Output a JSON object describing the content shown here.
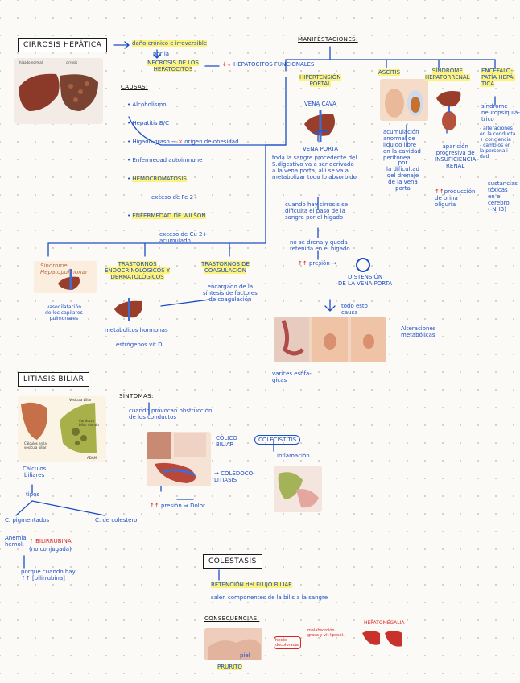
{
  "cirrosis": {
    "title": "CIRROSIS HEPÁTICA",
    "def1": "daño crónico e irreversible",
    "def2": "por la",
    "def3": "NECROSIS DE LOS HEPATOCITOS",
    "def4": "HEPATOCITOS FUNCIONALES",
    "img_labels": [
      "hígado normal",
      "cirrosis"
    ],
    "causas_title": "CAUSAS:",
    "causas": [
      "Alcoholismo",
      "Hepatitis B/C",
      "Hígado graso",
      "Enfermedad autoinmune",
      "HEMOCROMATOSIS",
      "ENFERMEDAD DE WILSON"
    ],
    "graso_note": "origen de obesidad",
    "hemo_note": "exceso de Fe 2+",
    "wilson_note": "exceso de Cu 2+\nacumulado",
    "manif_title": "MANIFESTACIONES:",
    "hip_portal": "HIPERTENSIÓN\nPORTAL",
    "vena_cava": "VENA CAVA",
    "vena_porta": "VENA PORTA",
    "portal_text": "toda la sangre procedente del\nS.digestivo va a ser derivada\na la vena porta, allí se va a\nmetabolizar todo lo absorbido",
    "portal_text2": "cuando hay cirrosis se\ndificulta el paso de la\nsangre por el hígado",
    "portal_text3": "no se drena y queda\nretenida en el hígado",
    "presion": "presión",
    "distension": "DISTENSIÓN\nDE LA VENA PORTA",
    "ascitis": "ASCITIS",
    "ascitis_text": "acumulación\nanormal de\nlíquido libre\nen la cavidad\nperitoneal",
    "ascitis_text2": "por\nla dificultad\ndel drenaje\nde la vena\nporta",
    "hepatorrenal": "SÍNDROME\nHEPATORRENAL",
    "hepatorrenal_text": "aparición\nprogresiva de\nINSUFICIENCIA\nRENAL",
    "hepatorrenal_text2": "producción\nde orina\noliguria",
    "encefalo": "ENCEFALO-\nPATÍA HEPÁ-\nTICA",
    "encefalo_text": "síndrome\nneuropsiquiá-\ntrico",
    "encefalo_text2": "- alteraciones\nen la conducta\n+ conciencia\n- cambios en\nla personali-\ndad",
    "encefalo_text3": "sustancias\ntóxicas\nen el\ncerebro\n(-NH3)",
    "hepatopulmonar": "Síndrome\nHepatopulmonar",
    "hp_text": "vasodilatación\nde los capilares\npulmonares",
    "endocrino": "TRASTORNOS\nENDOCRINOLÓGICOS Y\nDERMATOLÓGICOS",
    "endocrino_text": "metabolitos hormonas",
    "endocrino_text2": "estrógenos      vit D",
    "coagulacion": "TRASTORNOS DE\nCOAGULACIÓN",
    "coag_text": "encargado de la\nsíntesis de factores\nde coagulación",
    "varices": "todo esto\ncausa",
    "varices2": "Alteraciones\nmetabólicas",
    "varices3": "varices esófa-\ngicas"
  },
  "litiasis": {
    "title": "LITIASIS BILIAR",
    "img_labels": [
      "Vesícula biliar",
      "Cálculos en la vesícula biliar",
      "Conducto biliar común",
      "ADAM"
    ],
    "sintomas_title": "SÍNTOMAS:",
    "sintomas_text": "cuando provocan obstrucción\nde los conductos",
    "calculos": "Cálculos\nbiliares",
    "tipos": "tipos",
    "tipo1": "C. pigmentados",
    "tipo2": "C. de colesterol",
    "bili": "↑ BILIRRUBINA",
    "bili2": "(no conjugada)",
    "anemia": "Anemia\nhemol.",
    "bili3": "porque cuando hay\n↑↑ [bilirrubina]",
    "colico": "CÓLICO\nBILIAR",
    "colecistitis": "COLECISTITIS",
    "inflamacion": "inflamación",
    "coledoco": "COLÉDOCO-\nLITIASIS",
    "presion_dolor": "presión",
    "dolor": "Dolor"
  },
  "colestasis": {
    "title": "COLESTASIS",
    "text1": "RETENCIÓN del FLUJO BILIAR",
    "text2": "salen componentes de la bilis a la sangre",
    "consec_title": "CONSECUENCIAS:",
    "c1": "PRURITO",
    "c2": "piel",
    "c3": "heces\ndecoloradas",
    "c4": "malabsorción\ngrasa y vit liposol.",
    "c5": "HEPATOMEGALIA"
  },
  "colors": {
    "ink": "#1d4fc4",
    "red": "#d92424",
    "highlight": "#fff27a"
  }
}
